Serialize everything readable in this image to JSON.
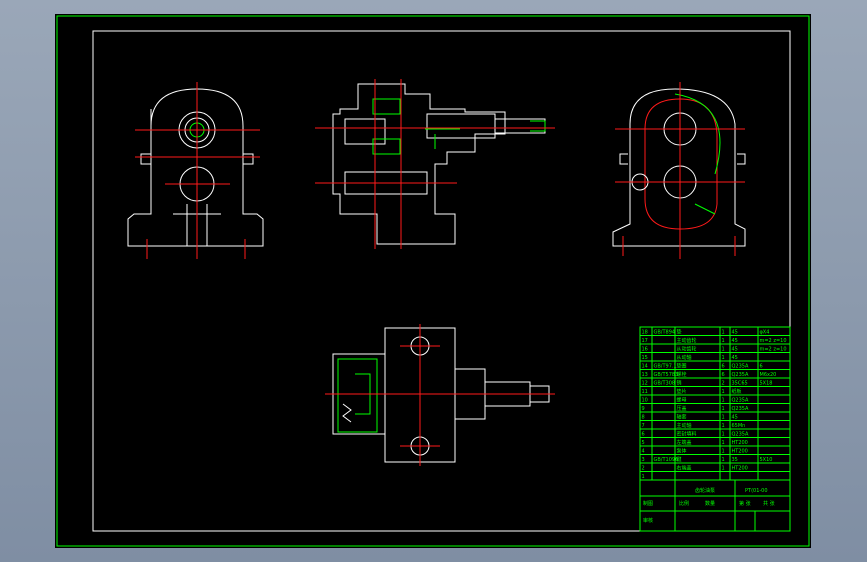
{
  "colors": {
    "background": "#000000",
    "outline": "#ffffff",
    "centerline": "#ff1a1a",
    "frame": "#00ff00"
  },
  "bom": {
    "rows": [
      {
        "no": "18",
        "code": "GB/T894",
        "name": "垫",
        "qty": "1",
        "mat": "45",
        "note": "φX4"
      },
      {
        "no": "17",
        "code": "",
        "name": "主动齿轮",
        "qty": "1",
        "mat": "45",
        "note": "m=2 z=10"
      },
      {
        "no": "16",
        "code": "",
        "name": "从动齿轮",
        "qty": "1",
        "mat": "45",
        "note": "m=2 z=10"
      },
      {
        "no": "15",
        "code": "",
        "name": "从动轴",
        "qty": "1",
        "mat": "45",
        "note": ""
      },
      {
        "no": "14",
        "code": "GB/T97.1",
        "name": "垫圈",
        "qty": "6",
        "mat": "Q235A",
        "note": "6"
      },
      {
        "no": "13",
        "code": "GB/T5783",
        "name": "螺栓",
        "qty": "6",
        "mat": "Q235A",
        "note": "M6x20"
      },
      {
        "no": "12",
        "code": "GB/T308",
        "name": "销",
        "qty": "2",
        "mat": "35C65",
        "note": "5X18"
      },
      {
        "no": "11",
        "code": "",
        "name": "垫片",
        "qty": "1",
        "mat": "纸板",
        "note": ""
      },
      {
        "no": "10",
        "code": "",
        "name": "螺母",
        "qty": "1",
        "mat": "Q235A",
        "note": ""
      },
      {
        "no": "9",
        "code": "",
        "name": "压盖",
        "qty": "1",
        "mat": "Q235A",
        "note": ""
      },
      {
        "no": "8",
        "code": "",
        "name": "轴套",
        "qty": "1",
        "mat": "45",
        "note": ""
      },
      {
        "no": "7",
        "code": "",
        "name": "主动轴",
        "qty": "1",
        "mat": "65Mn",
        "note": ""
      },
      {
        "no": "6",
        "code": "",
        "name": "密封填料",
        "qty": "1",
        "mat": "Q235A",
        "note": ""
      },
      {
        "no": "5",
        "code": "",
        "name": "左端盖",
        "qty": "1",
        "mat": "HT200",
        "note": ""
      },
      {
        "no": "4",
        "code": "",
        "name": "泵体",
        "qty": "1",
        "mat": "HT200",
        "note": ""
      },
      {
        "no": "3",
        "code": "GB/T1096",
        "name": "键",
        "qty": "1",
        "mat": "35",
        "note": "5X10"
      },
      {
        "no": "2",
        "code": "",
        "name": "右端盖",
        "qty": "1",
        "mat": "HT200",
        "note": ""
      },
      {
        "no": "1",
        "code": "",
        "name": "",
        "qty": "",
        "mat": "",
        "note": ""
      }
    ]
  },
  "title_block": {
    "name": "齿轮油泵",
    "drawing_no": "PT(01-00",
    "scale_label": "比例",
    "qty_label": "数量",
    "page_label": "第 张",
    "sheets_label": "共 张",
    "drawn_label": "制图",
    "checked_label": "审核"
  }
}
